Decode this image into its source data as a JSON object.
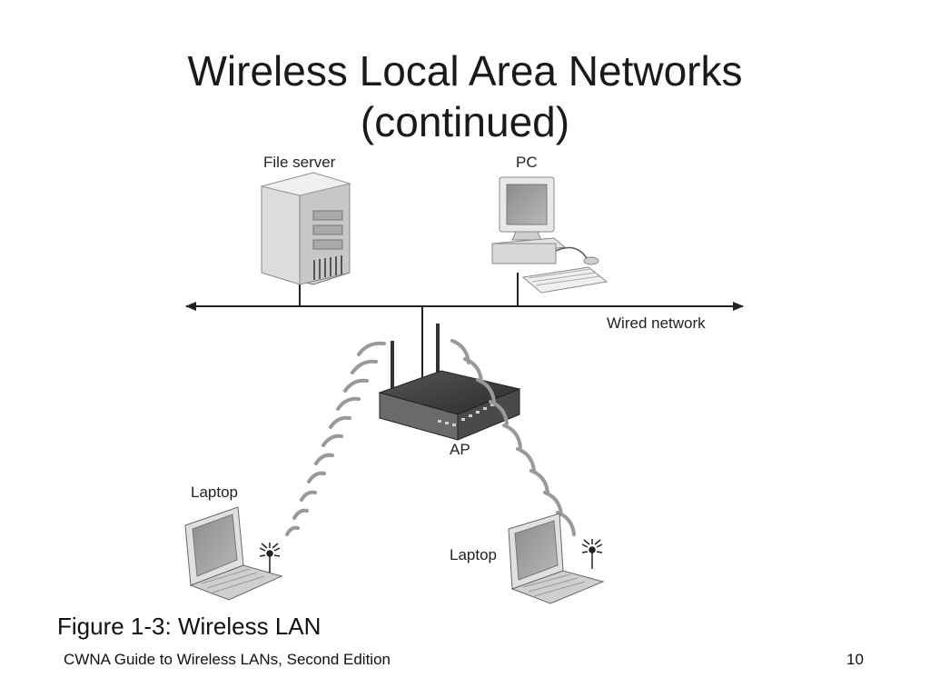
{
  "slide": {
    "title_line1": "Wireless Local Area Networks",
    "title_line2": "(continued)",
    "caption": "Figure 1-3: Wireless LAN",
    "footer": "CWNA Guide to Wireless LANs, Second Edition",
    "page_number": "10"
  },
  "diagram": {
    "labels": {
      "file_server": "File server",
      "pc": "PC",
      "wired_network": "Wired network",
      "ap": "AP",
      "laptop_left": "Laptop",
      "laptop_right": "Laptop"
    },
    "icons": [
      "file-server-icon",
      "pc-icon",
      "access-point-icon",
      "laptop-icon",
      "wireless-signal-icon"
    ]
  }
}
